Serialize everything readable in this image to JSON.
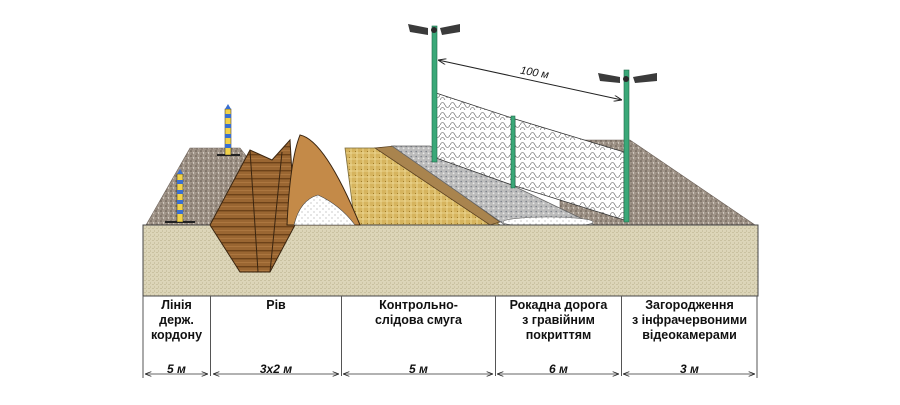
{
  "diagram": {
    "title": "Border strip cross-section",
    "distance_label": "100 м",
    "sections": [
      {
        "id": "border-line",
        "label_lines": [
          "Лінія",
          "держ.",
          "кордону"
        ],
        "width": "5 м"
      },
      {
        "id": "ditch",
        "label_lines": [
          "Рів"
        ],
        "width": "3х2 м"
      },
      {
        "id": "control-strip",
        "label_lines": [
          "Контрольно-",
          "слідова смуга"
        ],
        "width": "5 м"
      },
      {
        "id": "patrol-road",
        "label_lines": [
          "Рокадна дорога",
          "з гравійним",
          "покриттям"
        ],
        "width": "6 м"
      },
      {
        "id": "fence",
        "label_lines": [
          "Загородження",
          "з інфрачервоними",
          "відеокамерами"
        ],
        "width": "3 м"
      }
    ],
    "colors": {
      "ground": "#d9d2b4",
      "gravel": "#9c8f84",
      "ditch_wood": "#8a5a2a",
      "sand": "#d8b25a",
      "fence_post": "#3aa878",
      "road": "#b8b8b8"
    }
  }
}
